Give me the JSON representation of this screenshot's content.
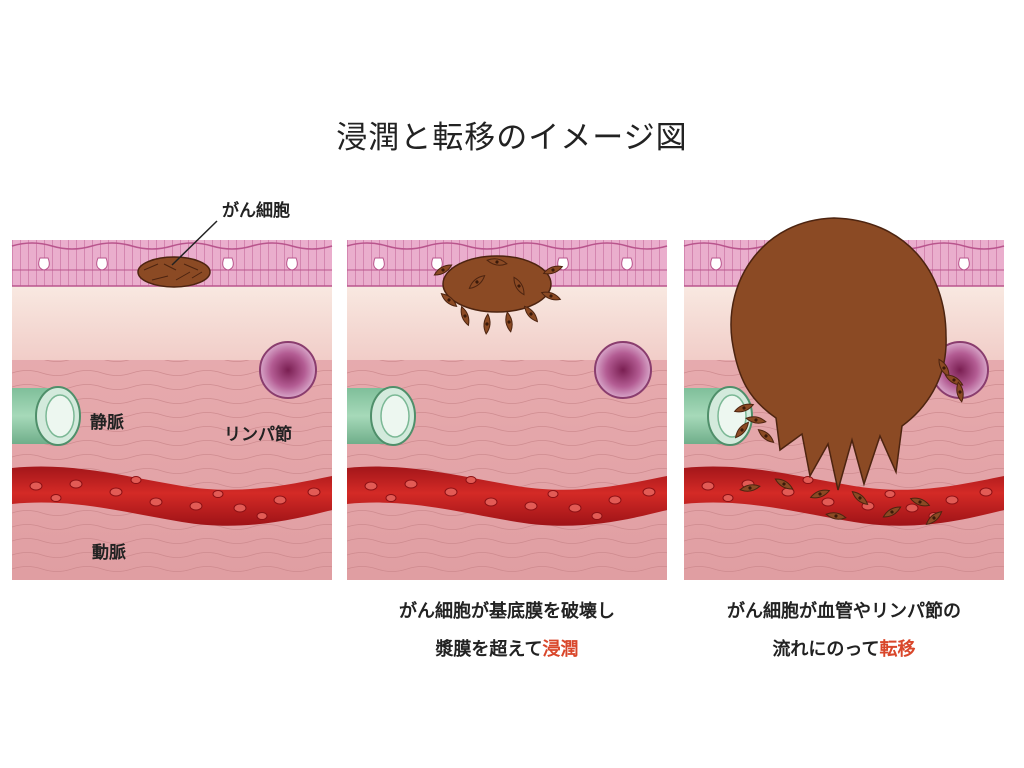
{
  "title": "浸潤と転移のイメージ図",
  "labels": {
    "cancer_cell": "がん細胞",
    "vein": "静脈",
    "lymph_node": "リンパ節",
    "artery": "動脈"
  },
  "captions": {
    "invasion": {
      "line1": "がん細胞が基底膜を破壊し",
      "line2_prefix": "漿膜を超えて",
      "line2_highlight": "浸潤"
    },
    "metastasis": {
      "line1": "がん細胞が血管やリンパ節の",
      "line2_prefix": "流れにのって",
      "line2_highlight": "転移"
    }
  },
  "colors": {
    "epithelium": "#e8a9c8",
    "submucosa": "#f4d4cf",
    "muscle": "#e7a9ab",
    "vein": "#8fcaa7",
    "lymph": "#a5497f",
    "artery": "#c41a1c",
    "cancer": "#8b4a24",
    "highlight": "#d9472b"
  }
}
